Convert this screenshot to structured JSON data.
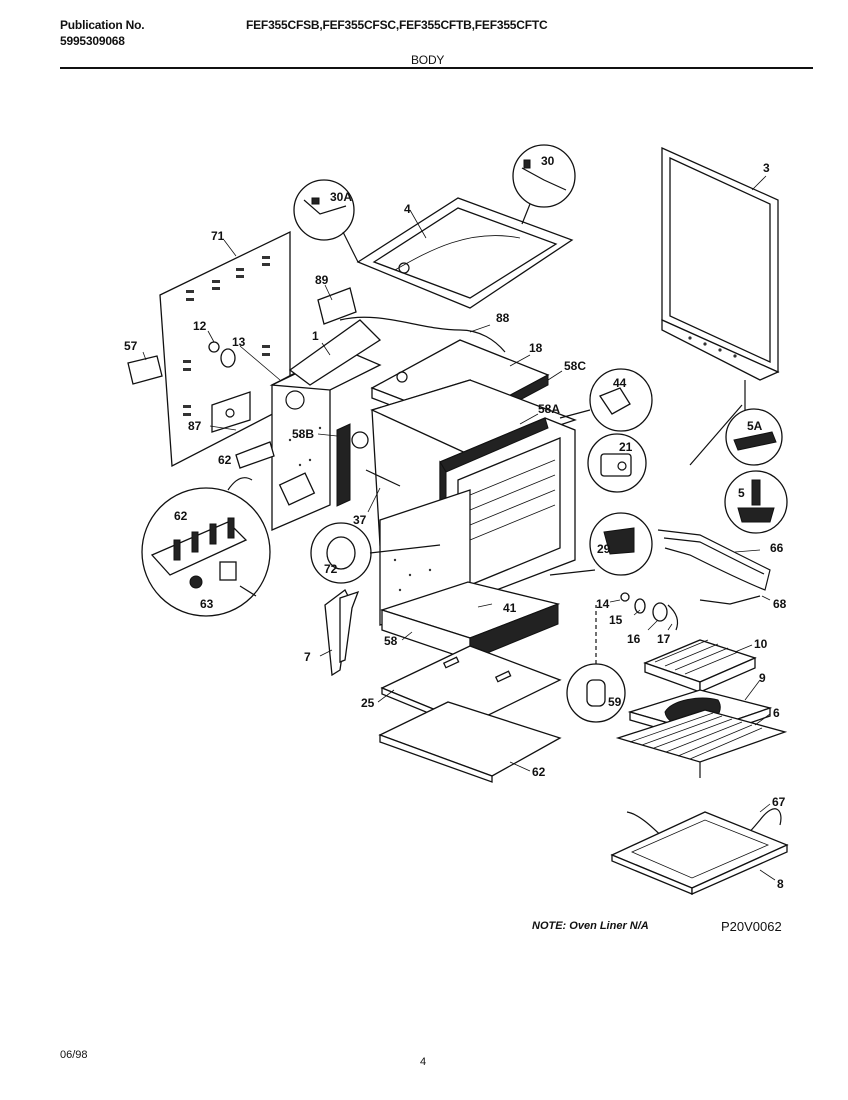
{
  "header": {
    "publication_label": "Publication No.",
    "publication_number": "5995309068",
    "models": "FEF355CFSB,FEF355CFSC,FEF355CFTB,FEF355CFTC",
    "section": "BODY"
  },
  "diagram": {
    "callouts": [
      "71",
      "57",
      "12",
      "13",
      "1",
      "89",
      "30A",
      "4",
      "30",
      "3",
      "88",
      "18",
      "58C",
      "44",
      "87",
      "58B",
      "58A",
      "21",
      "62",
      "37",
      "5A",
      "5",
      "72",
      "29",
      "66",
      "68",
      "62",
      "63",
      "14",
      "41",
      "15",
      "16",
      "17",
      "7",
      "58",
      "10",
      "9",
      "25",
      "59",
      "6",
      "62",
      "67",
      "8"
    ],
    "note": "NOTE: Oven Liner N/A",
    "figure_code": "P20V0062"
  },
  "footer": {
    "date": "06/98",
    "page": "4"
  }
}
